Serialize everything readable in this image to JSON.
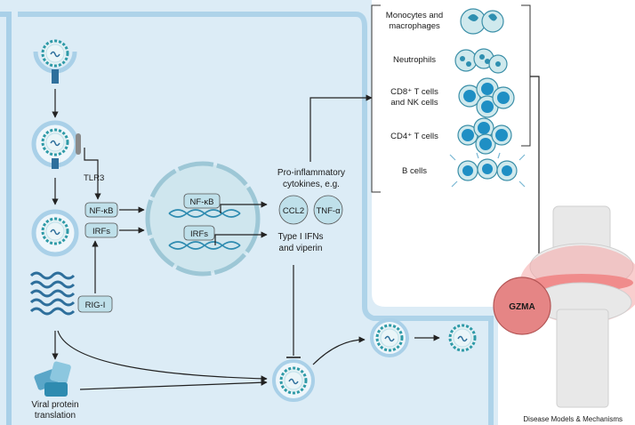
{
  "signaling": {
    "tlr3": "TLR3",
    "nfkb": "NF-κB",
    "irfs": "IRFs",
    "rigi": "RIG-I"
  },
  "nucleus": {
    "nfkb": "NF-κB",
    "irfs": "IRFs"
  },
  "outputs": {
    "proinflammatory_line1": "Pro-inflammatory",
    "proinflammatory_line2": "cytokines, e.g.",
    "ccl2": "CCL2",
    "tnfa": "TNF-α",
    "type1_line1": "Type I IFNs",
    "type1_line2": "and viperin"
  },
  "translation": {
    "line1": "Viral protein",
    "line2": "translation"
  },
  "immune_cells": {
    "monocytes_line1": "Monocytes and",
    "monocytes_line2": "macrophages",
    "neutrophils": "Neutrophils",
    "cd8_line1": "CD8⁺ T cells",
    "cd8_line2": "and NK cells",
    "cd4": "CD4⁺ T cells",
    "bcells": "B cells"
  },
  "joint": {
    "gzma": "GZMA"
  },
  "footer": {
    "journal": "Disease Models & Mechanisms"
  },
  "colors": {
    "cell_fill": "#dcecf6",
    "membrane": "#a9d0e8",
    "virus_teal": "#2e9aa7",
    "gzma": "#e58585",
    "inflammation": "#f2a0a0"
  }
}
